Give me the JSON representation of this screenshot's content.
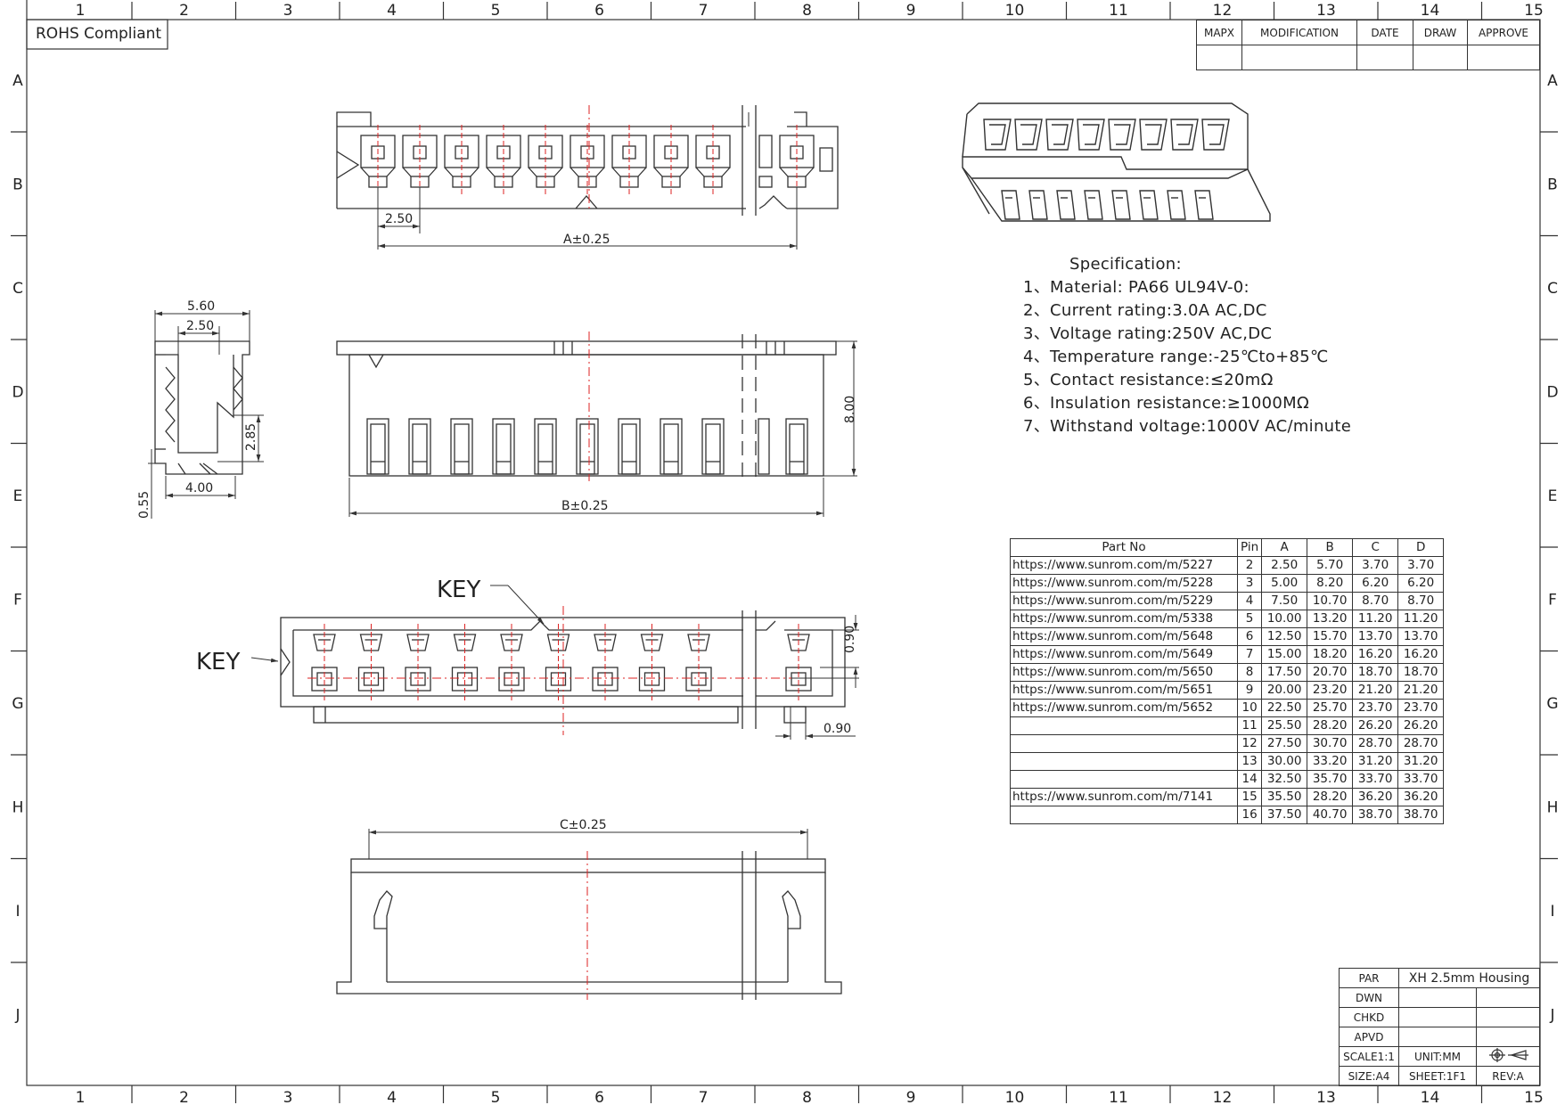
{
  "compliance_label": "ROHS Compliant",
  "border": {
    "columns": [
      "1",
      "2",
      "3",
      "4",
      "5",
      "6",
      "7",
      "8",
      "9",
      "10",
      "11",
      "12",
      "13",
      "14",
      "15"
    ],
    "rows": [
      "A",
      "B",
      "C",
      "D",
      "E",
      "F",
      "G",
      "H",
      "I",
      "J"
    ]
  },
  "revision_table": {
    "headers": [
      "MAPX",
      "MODIFICATION",
      "DATE",
      "DRAW",
      "APPROVE"
    ]
  },
  "drawing_labels": {
    "pitch_top": "2.50",
    "dim_a": "A±0.25",
    "dim_b": "B±0.25",
    "dim_c": "C±0.25",
    "side_width": "5.60",
    "side_inner": "2.50",
    "side_depth": "2.85",
    "side_bottom": "4.00",
    "side_offset": "0.55",
    "height": "8.00",
    "key_top": "KEY",
    "key_left": "KEY",
    "dim_090_a": "0.90",
    "dim_090_b": "0.90"
  },
  "specification": {
    "title": "Specification:",
    "items": [
      "1、Material:  PA66  UL94V-0:",
      "2、Current  rating:3.0A  AC,DC",
      "3、Voltage  rating:250V  AC,DC",
      "4、Temperature  range:-25℃to+85℃",
      "5、Contact  resistance:≤20mΩ",
      "6、Insulation  resistance:≥1000MΩ",
      "7、Withstand  voltage:1000V  AC/minute"
    ]
  },
  "parts_table": {
    "headers": [
      "Part  No",
      "Pin",
      "A",
      "B",
      "C",
      "D"
    ],
    "rows": [
      [
        "https://www.sunrom.com/m/5227",
        "2",
        "2.50",
        "5.70",
        "3.70",
        "3.70"
      ],
      [
        "https://www.sunrom.com/m/5228",
        "3",
        "5.00",
        "8.20",
        "6.20",
        "6.20"
      ],
      [
        "https://www.sunrom.com/m/5229",
        "4",
        "7.50",
        "10.70",
        "8.70",
        "8.70"
      ],
      [
        "https://www.sunrom.com/m/5338",
        "5",
        "10.00",
        "13.20",
        "11.20",
        "11.20"
      ],
      [
        "https://www.sunrom.com/m/5648",
        "6",
        "12.50",
        "15.70",
        "13.70",
        "13.70"
      ],
      [
        "https://www.sunrom.com/m/5649",
        "7",
        "15.00",
        "18.20",
        "16.20",
        "16.20"
      ],
      [
        "https://www.sunrom.com/m/5650",
        "8",
        "17.50",
        "20.70",
        "18.70",
        "18.70"
      ],
      [
        "https://www.sunrom.com/m/5651",
        "9",
        "20.00",
        "23.20",
        "21.20",
        "21.20"
      ],
      [
        "https://www.sunrom.com/m/5652",
        "10",
        "22.50",
        "25.70",
        "23.70",
        "23.70"
      ],
      [
        "",
        "11",
        "25.50",
        "28.20",
        "26.20",
        "26.20"
      ],
      [
        "",
        "12",
        "27.50",
        "30.70",
        "28.70",
        "28.70"
      ],
      [
        "",
        "13",
        "30.00",
        "33.20",
        "31.20",
        "31.20"
      ],
      [
        "",
        "14",
        "32.50",
        "35.70",
        "33.70",
        "33.70"
      ],
      [
        "https://www.sunrom.com/m/7141",
        "15",
        "35.50",
        "28.20",
        "36.20",
        "36.20"
      ],
      [
        "",
        "16",
        "37.50",
        "40.70",
        "38.70",
        "38.70"
      ]
    ]
  },
  "title_block": {
    "par_label": "PAR",
    "title": "XH 2.5mm Housing",
    "dwn_label": "DWN",
    "chkd_label": "CHKD",
    "apvd_label": "APVD",
    "scale": "SCALE1:1",
    "unit": "UNIT:MM",
    "size": "SIZE:A4",
    "sheet": "SHEET:1F1",
    "rev": "REV:A"
  }
}
